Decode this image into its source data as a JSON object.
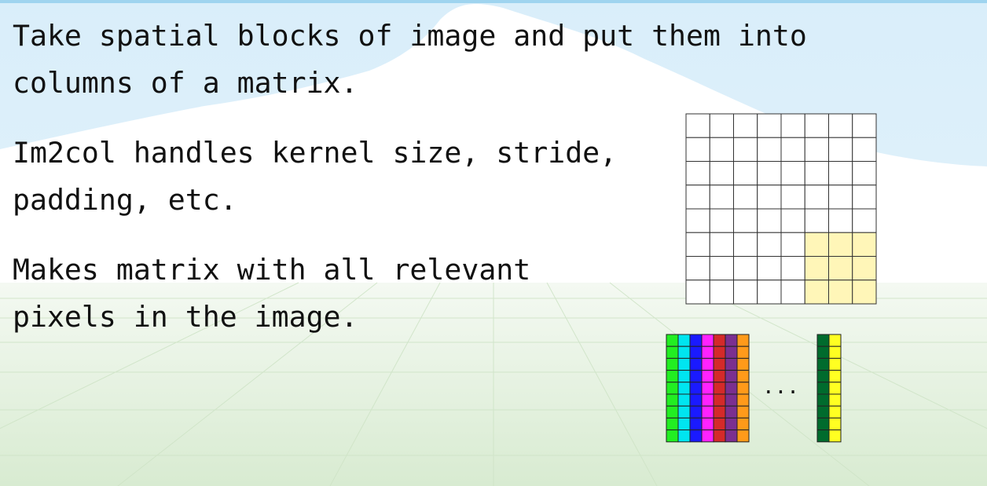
{
  "paragraphs": [
    {
      "lines": [
        "Take spatial blocks of image and put them into",
        "columns of a matrix."
      ]
    },
    {
      "lines": [
        "Im2col handles kernel size, stride,",
        "padding, etc."
      ]
    },
    {
      "lines": [
        "Makes matrix with all relevant",
        "pixels in the image."
      ]
    }
  ],
  "diagram": {
    "image_grid": {
      "rows": 8,
      "cols": 8,
      "highlighted_block": {
        "row_start": 5,
        "col_start": 5,
        "size": 3
      },
      "cell_fill": "#ffffff",
      "highlight_fill": "#fff6b8",
      "line_color": "#333333"
    },
    "matrix_columns": {
      "cells_per_column": 9,
      "left_group_colors": [
        "#22ee22",
        "#00e5f0",
        "#1a1aff",
        "#ff22ff",
        "#d42a2a",
        "#7b2f90",
        "#ff9a1a"
      ],
      "right_group_colors": [
        "#006b2d",
        "#ffff22"
      ],
      "ellipsis": "..."
    }
  },
  "colors": {
    "sky_top": "#d6ecf8",
    "sky": "#e4f2fb",
    "mountain": "#ffffff",
    "ground": "#e2f0dc",
    "ground_grid": "#cfe3c8",
    "top_border": "#9fd4ef"
  }
}
